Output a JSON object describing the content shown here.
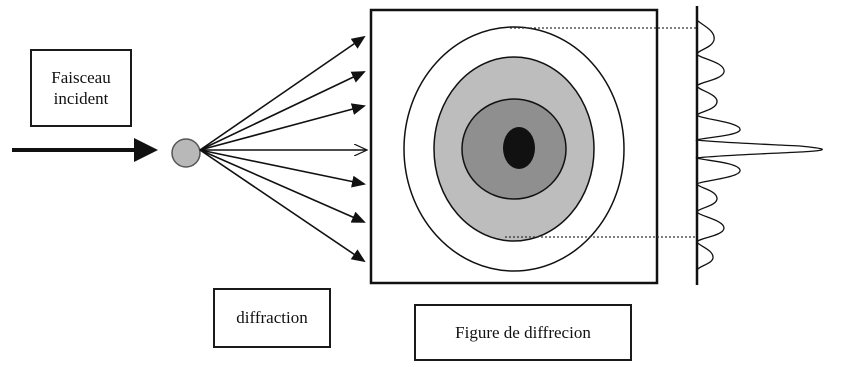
{
  "labels": {
    "incident_line1": "Faisceau",
    "incident_line2": "incident",
    "diffraction": "diffraction",
    "figure": "Figure de diffrecion"
  },
  "colors": {
    "ink": "#111111",
    "outer_ring": "#bdbdbd",
    "middle_ring": "#8f8f8f",
    "inner_core": "#111111",
    "sphere": "#b8b8b8"
  }
}
